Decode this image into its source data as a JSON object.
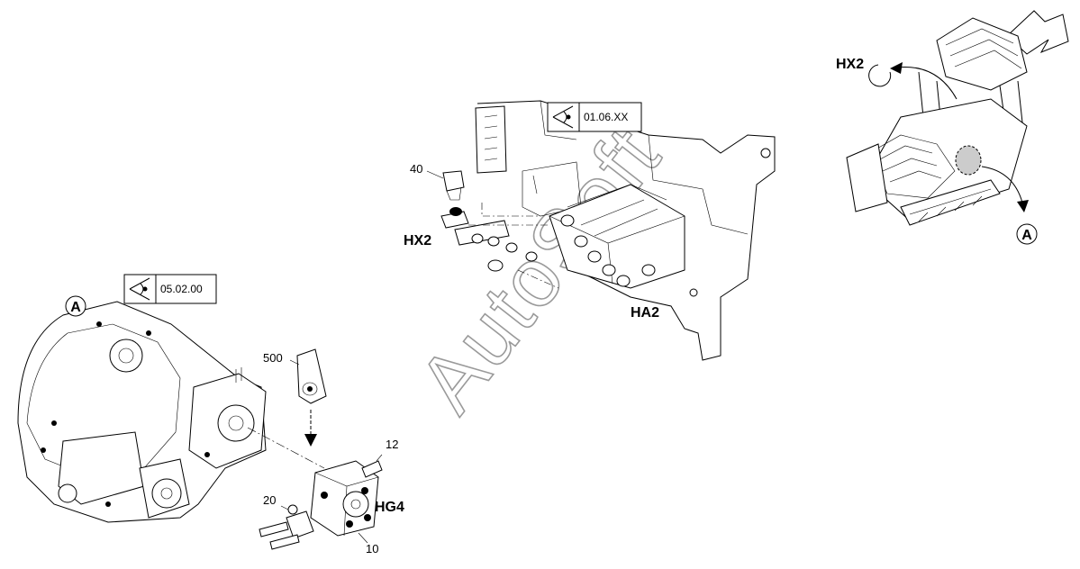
{
  "callouts": {
    "part_40": "40",
    "part_500": "500",
    "part_12": "12",
    "part_20": "20",
    "part_10": "10"
  },
  "components": {
    "hx2_center": "HX2",
    "ha2": "HA2",
    "hg4": "HG4",
    "hx2_overview": "HX2"
  },
  "detail_markers": {
    "a_left": "A",
    "a_right": "A"
  },
  "view_references": {
    "ref_1": "05.02.00",
    "ref_2": "01.06.XX"
  },
  "watermark": "AutoSoft",
  "icons": [
    "eye-icon",
    "arrow-icon",
    "circle-marker-icon"
  ]
}
